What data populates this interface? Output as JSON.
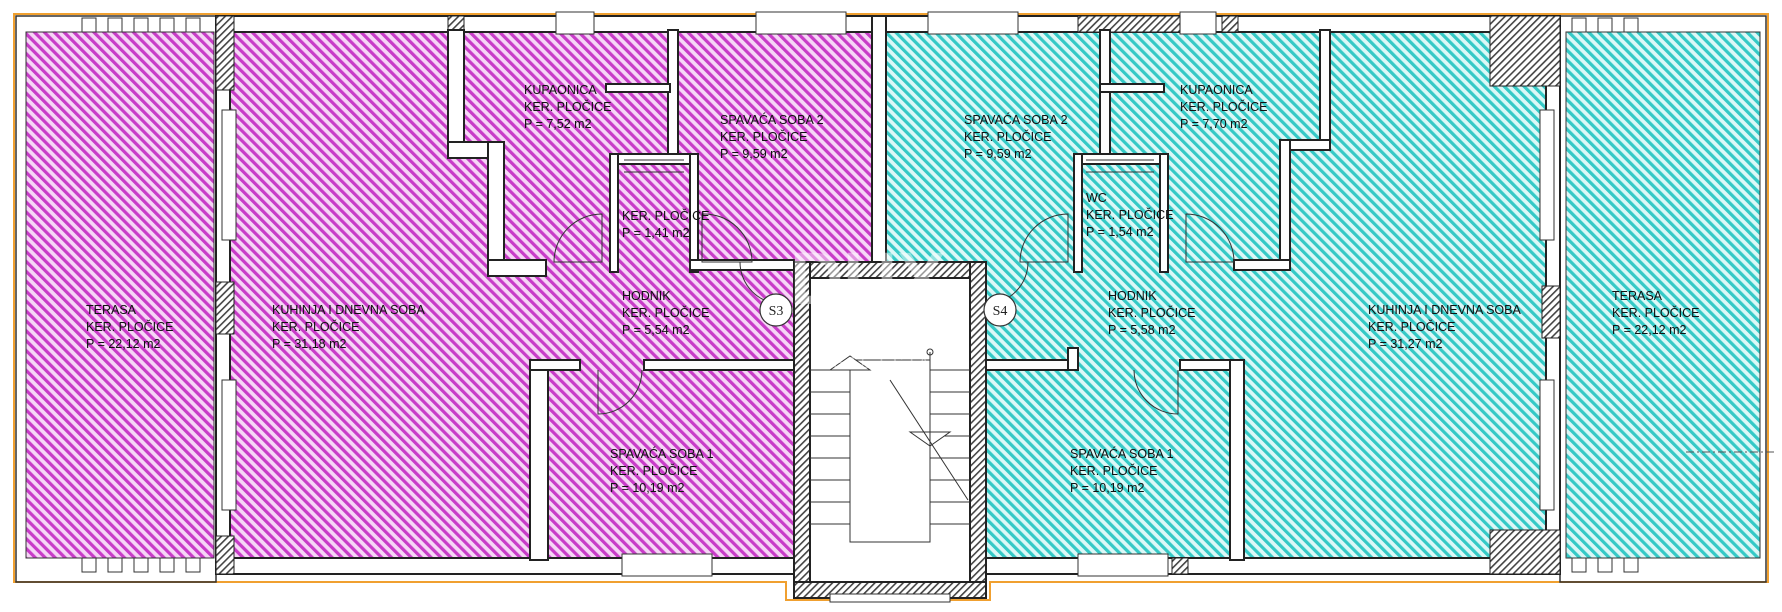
{
  "plan": {
    "colors": {
      "apartment_s3": "#d24bd2",
      "apartment_s4": "#3fd3cf",
      "wall": "#222222",
      "outline": "#f0a030"
    },
    "watermark": {
      "logo": "DUX",
      "text": "REAL ESTATE"
    },
    "units": {
      "s3": "S3",
      "s4": "S4"
    },
    "rooms": [
      {
        "id": "terasa-left",
        "lines": [
          "TERASA",
          "KER. PLOČICE",
          "P = 22,12 m2"
        ],
        "apartment": "S3"
      },
      {
        "id": "kuhinja-dnevna-left",
        "lines": [
          "KUHINJA I DNEVNA SOBA",
          "KER. PLOČICE",
          "P = 31,18 m2"
        ],
        "apartment": "S3"
      },
      {
        "id": "kupaonica-left",
        "lines": [
          "KUPAONICA",
          "KER. PLOČICE",
          "P = 7,52 m2"
        ],
        "apartment": "S3"
      },
      {
        "id": "spavaca-2-left",
        "lines": [
          "SPAVAĆA SOBA 2",
          "KER. PLOČICE",
          "P = 9,59 m2"
        ],
        "apartment": "S3"
      },
      {
        "id": "wc-left",
        "lines": [
          "KER. PLOČICE",
          "P = 1,41 m2"
        ],
        "apartment": "S3"
      },
      {
        "id": "hodnik-left",
        "lines": [
          "HODNIK",
          "KER. PLOČICE",
          "P = 5,54 m2"
        ],
        "apartment": "S3"
      },
      {
        "id": "spavaca-1-left",
        "lines": [
          "SPAVAĆA SOBA 1",
          "KER. PLOČICE",
          "P = 10,19 m2"
        ],
        "apartment": "S3"
      },
      {
        "id": "spavaca-2-right",
        "lines": [
          "SPAVAĆA SOBA 2",
          "KER. PLOČICE",
          "P = 9,59 m2"
        ],
        "apartment": "S4"
      },
      {
        "id": "kupaonica-right",
        "lines": [
          "KUPAONICA",
          "KER. PLOČICE",
          "P = 7,70 m2"
        ],
        "apartment": "S4"
      },
      {
        "id": "wc-right",
        "lines": [
          "WC",
          "KER. PLOČICE",
          "P = 1,54 m2"
        ],
        "apartment": "S4"
      },
      {
        "id": "hodnik-right",
        "lines": [
          "HODNIK",
          "KER. PLOČICE",
          "P = 5,58 m2"
        ],
        "apartment": "S4"
      },
      {
        "id": "kuhinja-dnevna-right",
        "lines": [
          "KUHINJA I DNEVNA SOBA",
          "KER. PLOČICE",
          "P = 31,27 m2"
        ],
        "apartment": "S4"
      },
      {
        "id": "terasa-right",
        "lines": [
          "TERASA",
          "KER. PLOČICE",
          "P = 22,12 m2"
        ],
        "apartment": "S4"
      },
      {
        "id": "spavaca-1-right",
        "lines": [
          "SPAVAĆA SOBA 1",
          "KER. PLOČICE",
          "P = 10,19 m2"
        ],
        "apartment": "S4"
      }
    ]
  }
}
